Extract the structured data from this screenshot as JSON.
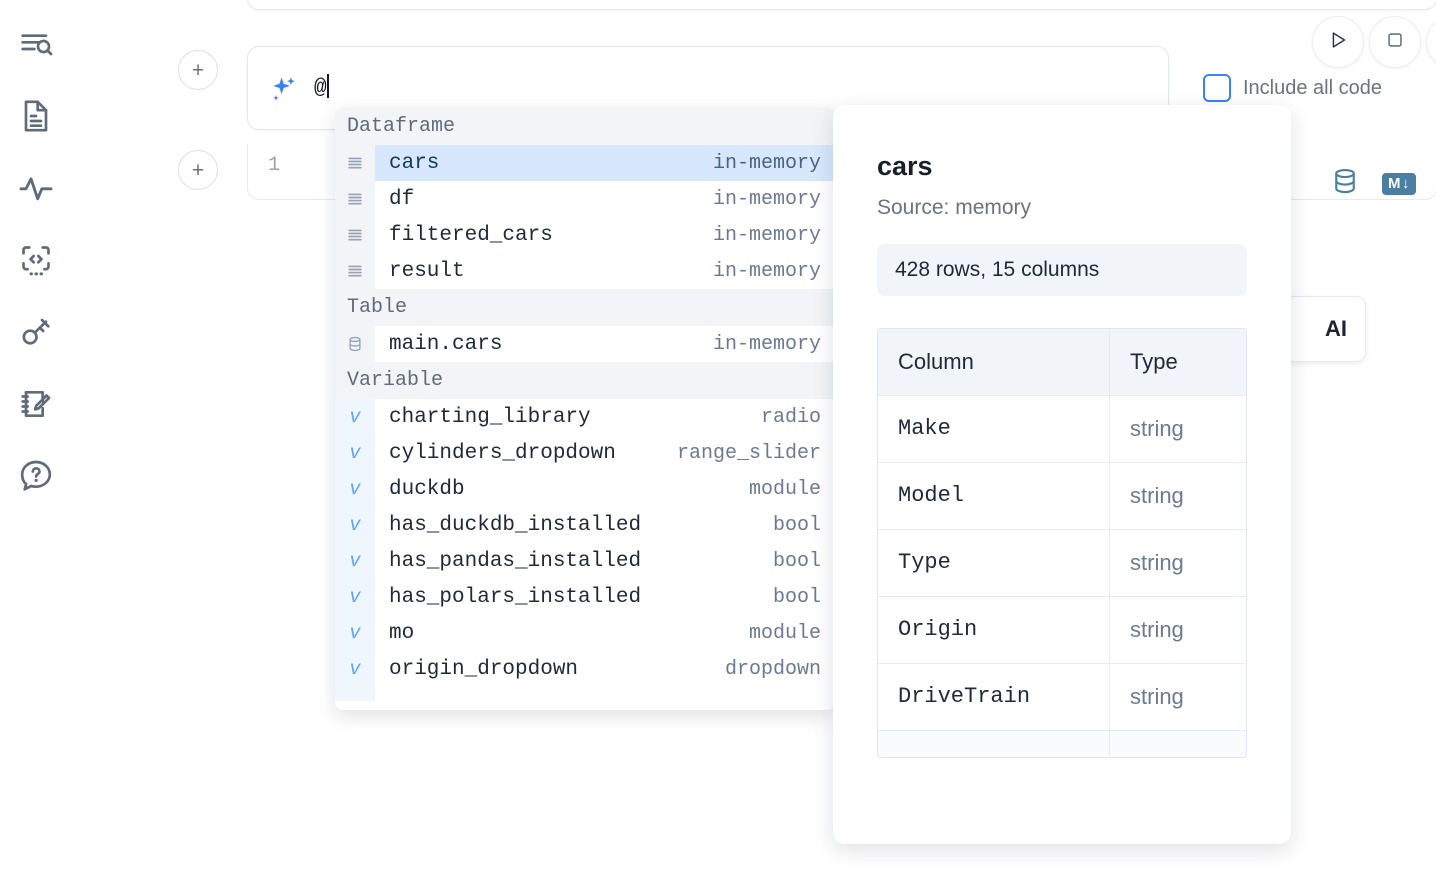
{
  "sidebar": {
    "items": [
      {
        "name": "explore-files-icon",
        "label": "Explore"
      },
      {
        "name": "document-icon",
        "label": "Notebook"
      },
      {
        "name": "activity-pulse-icon",
        "label": "Activity"
      },
      {
        "name": "code-snippet-icon",
        "label": "Snippets"
      },
      {
        "name": "key-icon",
        "label": "Secrets"
      },
      {
        "name": "scratchpad-edit-icon",
        "label": "Scratchpad"
      },
      {
        "name": "help-chat-icon",
        "label": "Help"
      }
    ]
  },
  "toolbar": {
    "add_button_label": "+",
    "run_button_name": "run-cell-button",
    "stop_button_name": "stop-cell-button",
    "include_all_code_label": "Include all code",
    "include_all_code_checked": false
  },
  "ai_prompt": {
    "value": "@",
    "icon": "sparkle-icon"
  },
  "code_cell": {
    "line_number": "1",
    "database_icon": "database-icon",
    "markdown_badge": "M",
    "markdown_badge_arrow": "↓"
  },
  "ai_card": {
    "label": "AI"
  },
  "dropdown": {
    "groups": [
      {
        "label": "Dataframe",
        "items": [
          {
            "icon": "dataframe-icon",
            "name": "cars",
            "meta": "in-memory",
            "selected": true
          },
          {
            "icon": "dataframe-icon",
            "name": "df",
            "meta": "in-memory",
            "selected": false
          },
          {
            "icon": "dataframe-icon",
            "name": "filtered_cars",
            "meta": "in-memory",
            "selected": false
          },
          {
            "icon": "dataframe-icon",
            "name": "result",
            "meta": "in-memory",
            "selected": false
          }
        ]
      },
      {
        "label": "Table",
        "items": [
          {
            "icon": "table-db-icon",
            "name": "main.cars",
            "meta": "in-memory",
            "selected": false
          }
        ]
      },
      {
        "label": "Variable",
        "items": [
          {
            "icon": "variable-icon",
            "name": "charting_library",
            "meta": "radio",
            "selected": false
          },
          {
            "icon": "variable-icon",
            "name": "cylinders_dropdown",
            "meta": "range_slider",
            "selected": false
          },
          {
            "icon": "variable-icon",
            "name": "duckdb",
            "meta": "module",
            "selected": false
          },
          {
            "icon": "variable-icon",
            "name": "has_duckdb_installed",
            "meta": "bool",
            "selected": false
          },
          {
            "icon": "variable-icon",
            "name": "has_pandas_installed",
            "meta": "bool",
            "selected": false
          },
          {
            "icon": "variable-icon",
            "name": "has_polars_installed",
            "meta": "bool",
            "selected": false
          },
          {
            "icon": "variable-icon",
            "name": "mo",
            "meta": "module",
            "selected": false
          },
          {
            "icon": "variable-icon",
            "name": "origin_dropdown",
            "meta": "dropdown",
            "selected": false
          }
        ]
      }
    ]
  },
  "preview": {
    "title": "cars",
    "source": "Source: memory",
    "stats": "428 rows, 15 columns",
    "headers": {
      "column": "Column",
      "type": "Type"
    },
    "rows": [
      {
        "column": "Make",
        "type": "string"
      },
      {
        "column": "Model",
        "type": "string"
      },
      {
        "column": "Type",
        "type": "string"
      },
      {
        "column": "Origin",
        "type": "string"
      },
      {
        "column": "DriveTrain",
        "type": "string"
      }
    ]
  },
  "colors": {
    "accent_blue": "#3b82f6",
    "selected_row": "#d7e8fc",
    "group_header_bg": "#f2f4f7",
    "icon_gray": "#5f6b7a",
    "badge_blue": "#4a7fa1"
  }
}
